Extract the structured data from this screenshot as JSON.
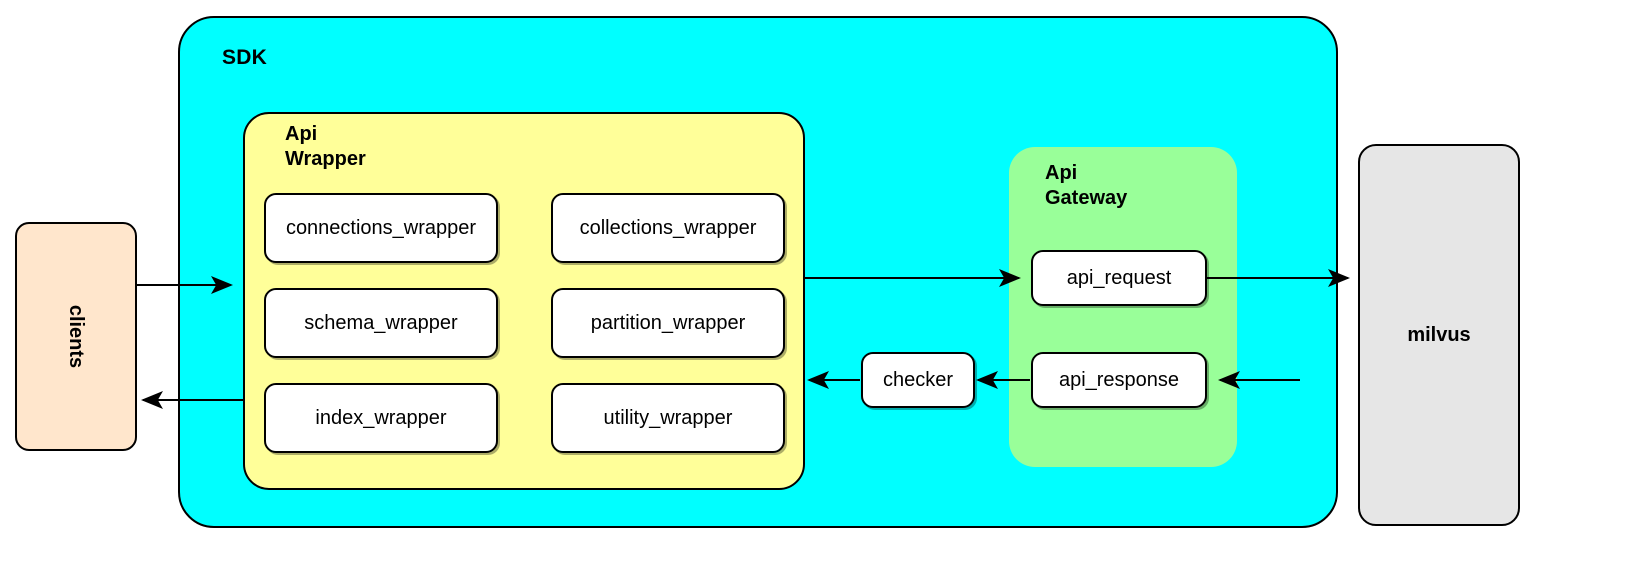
{
  "diagram": {
    "title_sdk": "SDK",
    "containers": {
      "sdk": {
        "label": "SDK",
        "color": "#00ffff"
      },
      "api_wrapper": {
        "label": "Api\nWrapper",
        "color": "#ffff99"
      },
      "api_gateway": {
        "label": "Api\nGateway",
        "color": "#99ff99"
      }
    },
    "nodes": {
      "clients": {
        "label": "clients",
        "color": "#ffe6cc"
      },
      "milvus": {
        "label": "milvus",
        "color": "#e6e6e6"
      },
      "connections_wrapper": {
        "label": "connections_wrapper",
        "color": "#ffffff"
      },
      "schema_wrapper": {
        "label": "schema_wrapper",
        "color": "#ffffff"
      },
      "index_wrapper": {
        "label": "index_wrapper",
        "color": "#ffffff"
      },
      "collections_wrapper": {
        "label": "collections_wrapper",
        "color": "#ffffff"
      },
      "partition_wrapper": {
        "label": "partition_wrapper",
        "color": "#ffffff"
      },
      "utility_wrapper": {
        "label": "utility_wrapper",
        "color": "#ffffff"
      },
      "api_request": {
        "label": "api_request",
        "color": "#ffffff"
      },
      "api_response": {
        "label": "api_response",
        "color": "#ffffff"
      },
      "checker": {
        "label": "checker",
        "color": "#ffffff"
      }
    },
    "edges": [
      {
        "name": "clients-to-api-wrapper",
        "from": "clients",
        "to": "api_wrapper",
        "direction": "right"
      },
      {
        "name": "api-wrapper-to-api-request",
        "from": "api_wrapper",
        "to": "api_request",
        "direction": "right"
      },
      {
        "name": "api-request-to-milvus",
        "from": "api_request",
        "to": "milvus",
        "direction": "right"
      },
      {
        "name": "milvus-to-api-response",
        "from": "milvus",
        "to": "api_response",
        "direction": "left"
      },
      {
        "name": "api-response-to-checker",
        "from": "api_response",
        "to": "checker",
        "direction": "left"
      },
      {
        "name": "checker-to-api-wrapper",
        "from": "checker",
        "to": "api_wrapper",
        "direction": "left"
      },
      {
        "name": "api-wrapper-to-clients",
        "from": "api_wrapper",
        "to": "clients",
        "direction": "left"
      }
    ],
    "stroke_color": "#000000",
    "text_color": "#000000"
  }
}
